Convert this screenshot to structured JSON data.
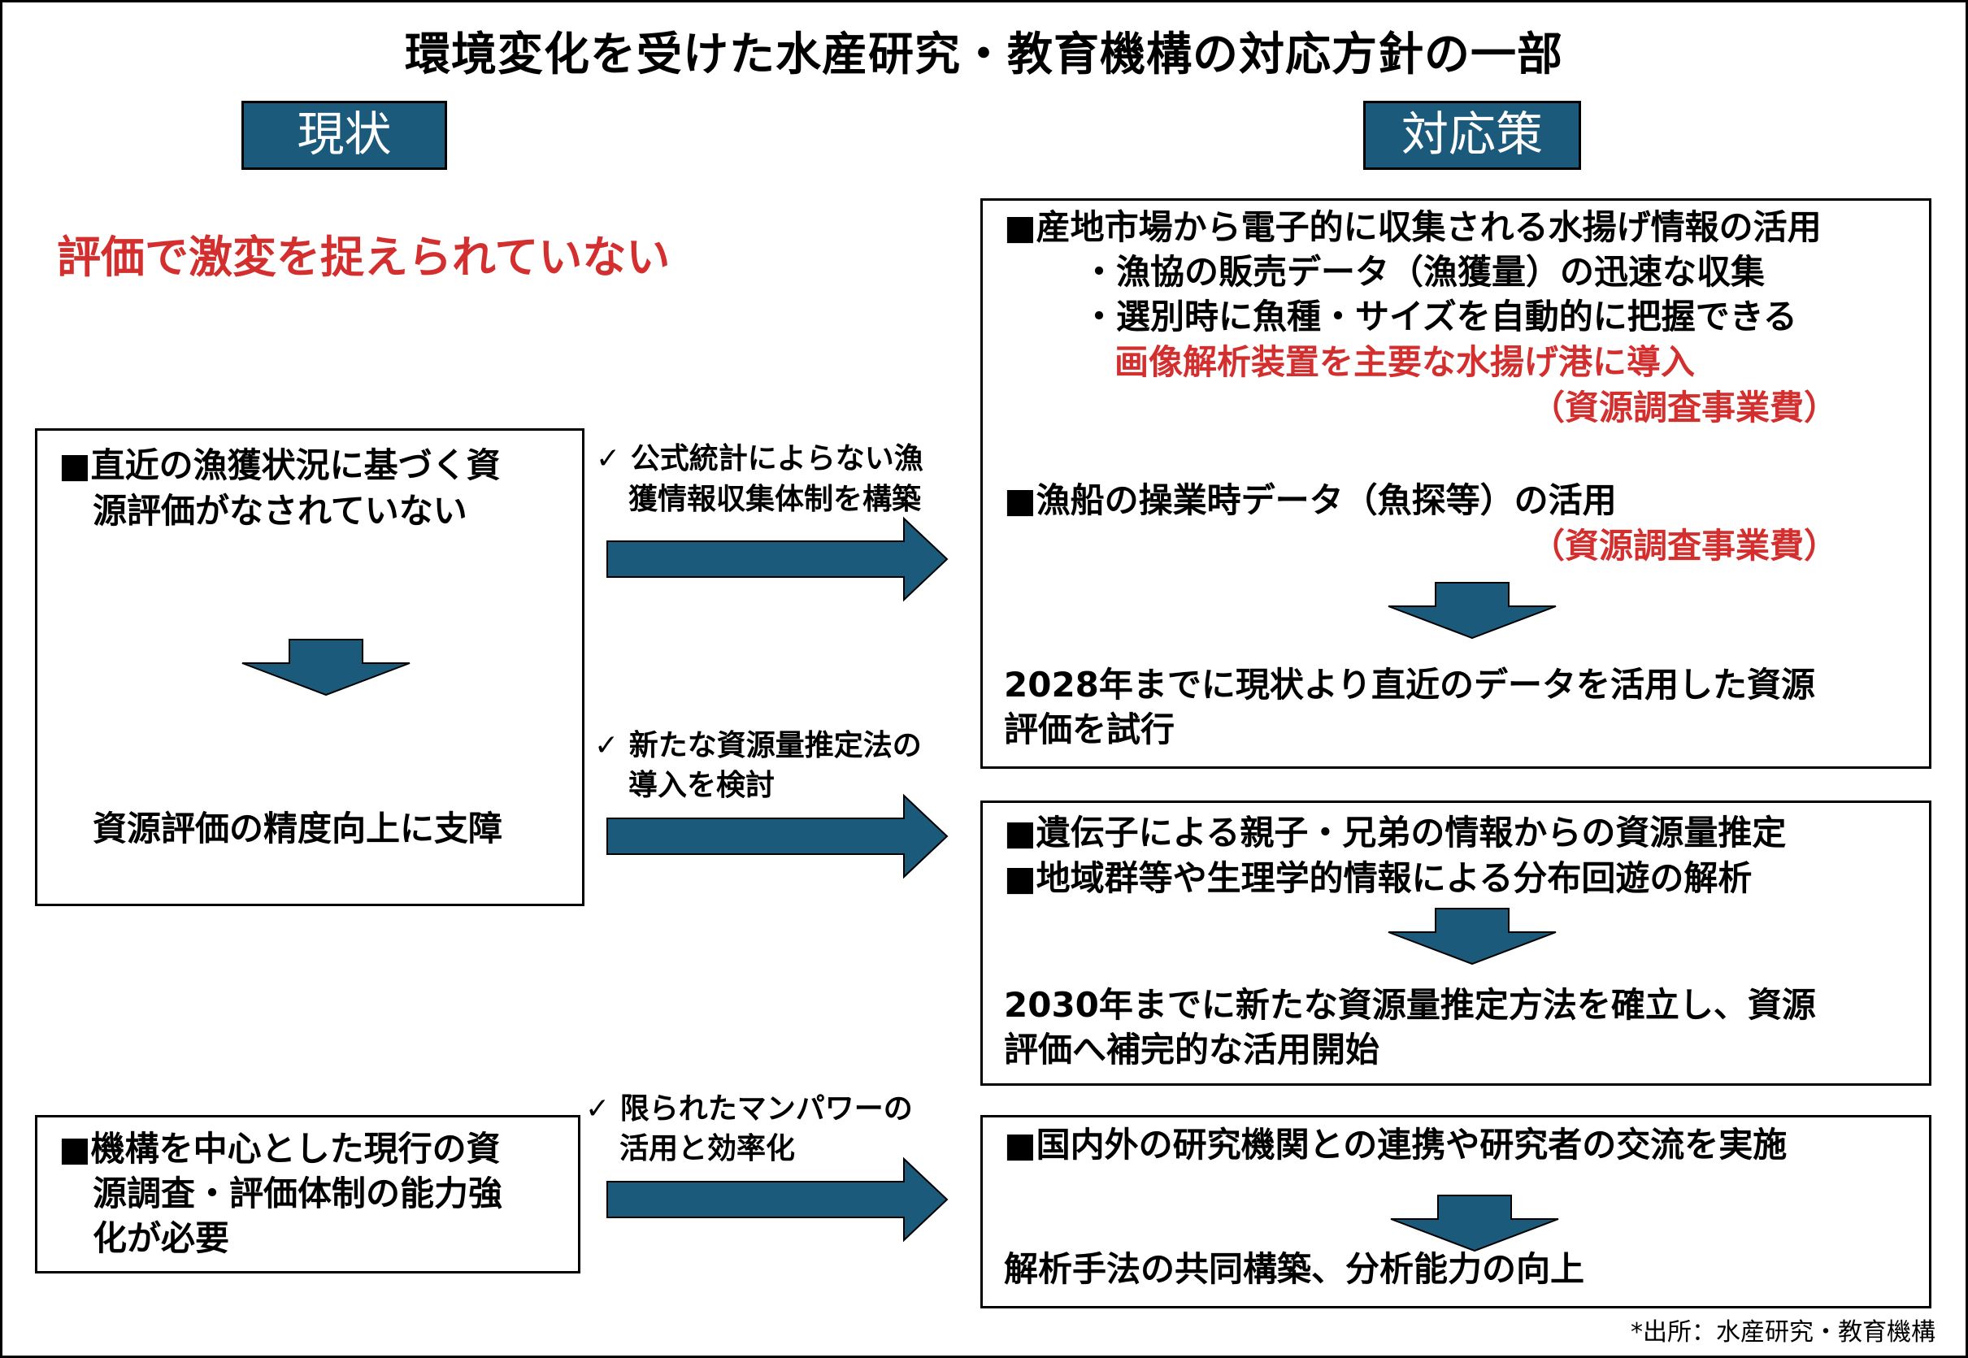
{
  "title": "環境変化を受けた水産研究・教育機構の対応方針の一部",
  "headers": {
    "current": "現状",
    "countermeasure": "対応策"
  },
  "current_subtitle": "評価で激変を捉えられていない",
  "left_boxes": {
    "box1": {
      "line1": "■直近の漁獲状況に基づく資",
      "line2": "源評価がなされていない",
      "result": "資源評価の精度向上に支障"
    },
    "box2": {
      "line1": "■機構を中心とした現行の資",
      "line2": "源調査・評価体制の能力強",
      "line3": "化が必要"
    }
  },
  "arrow_labels": {
    "a1": {
      "line1": "✓ 公式統計によらない漁",
      "line2": "獲情報収集体制を構築"
    },
    "a2": {
      "line1": "✓ 新たな資源量推定法の",
      "line2": "導入を検討"
    },
    "a3": {
      "line1": "✓ 限られたマンパワーの",
      "line2": "活用と効率化"
    }
  },
  "right_boxes": {
    "box1": {
      "heading": "■産地市場から電子的に収集される水揚げ情報の活用",
      "bullet1": "・漁協の販売データ（漁獲量）の迅速な収集",
      "bullet2": "・選別時に魚種・サイズを自動的に把握できる",
      "red_line": "画像解析装置を主要な水揚げ港に導入",
      "budget1": "（資源調査事業費）",
      "heading2": "■漁船の操業時データ（魚探等）の活用",
      "budget2": "（資源調査事業費）",
      "result1": "2028年までに現状より直近のデータを活用した資源",
      "result2": "評価を試行"
    },
    "box2": {
      "line1": "■遺伝子による親子・兄弟の情報からの資源量推定",
      "line2": "■地域群等や生理学的情報による分布回遊の解析",
      "result1": "2030年までに新たな資源量推定方法を確立し、資源",
      "result2": "評価へ補完的な活用開始"
    },
    "box3": {
      "line1": "■国内外の研究機関との連携や研究者の交流を実施",
      "result": "解析手法の共同構築、分析能力の向上"
    }
  },
  "source": "*出所：水産研究・教育機構",
  "colors": {
    "header_fill": "#1c5a7c",
    "arrow_fill": "#1c5a7c",
    "highlight_red": "#d32f2f"
  }
}
